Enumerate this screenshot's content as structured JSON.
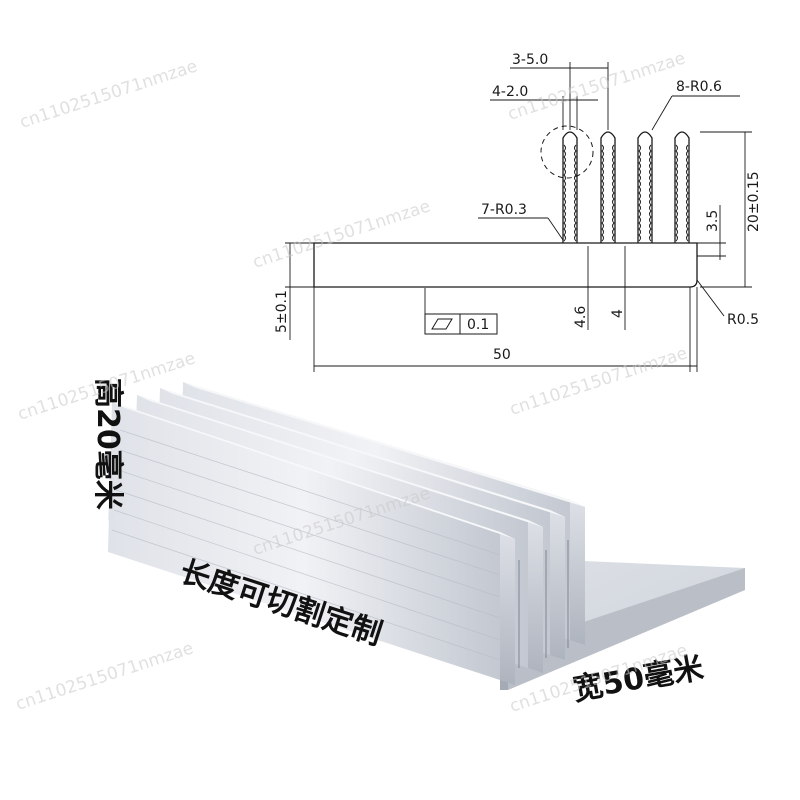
{
  "drawing": {
    "dim_fin_pitch": "3-5.0",
    "dim_fin_thickness": "4-2.0",
    "dim_fin_tip_radius": "8-R0.6",
    "dim_root_radius": "7-R0.3",
    "dim_total_height": "20±0.15",
    "dim_fin_base_step": "3.5",
    "dim_base_thickness": "5±0.1",
    "dim_flatness_value": "0.1",
    "dim_left_fin_offset": "4.6",
    "dim_right_fin_offset": "4",
    "dim_corner_radius": "R0.5",
    "dim_width": "50"
  },
  "captions": {
    "height": "高20毫米",
    "length": "长度可切割定制",
    "width": "宽50毫米"
  },
  "watermark": "cn1102515071nmzae",
  "colors": {
    "line": "#1a1a1a",
    "metal_light": "#eceef2",
    "metal_mid": "#c9ced6",
    "metal_dark": "#8f96a2"
  }
}
